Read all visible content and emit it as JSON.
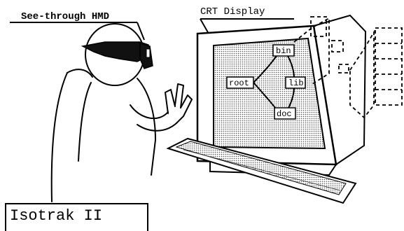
{
  "labels": {
    "hmd": "See-through HMD",
    "crt": "CRT Display",
    "isotrak": "Isotrak II"
  },
  "tree": {
    "root": "root",
    "bin": "bin",
    "lib": "lib",
    "doc": "doc"
  }
}
